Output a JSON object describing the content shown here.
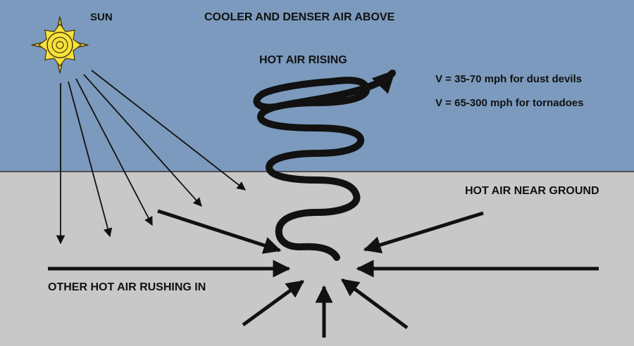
{
  "colors": {
    "sky": "#7b9abd",
    "ground": "#c8c8c8",
    "ink": "#111111",
    "sun_fill": "#f7e23a",
    "sun_outline": "#4a3a10"
  },
  "labels": {
    "sun": "SUN",
    "cooler_air": "COOLER AND DENSER AIR ABOVE",
    "hot_air_rising": "HOT AIR RISING",
    "velocity_dust_devils": "V = 35-70 mph for dust devils",
    "velocity_tornadoes": "V = 65-300 mph for tornadoes",
    "hot_air_near_ground": "HOT AIR NEAR GROUND",
    "other_hot_air": "OTHER HOT AIR RUSHING IN"
  },
  "icons": {
    "sun": "sun-icon",
    "sun_rays": "sun-ray-arrow-icon",
    "inflow": "inflow-arrow-icon",
    "vortex": "spiral-vortex-icon"
  }
}
